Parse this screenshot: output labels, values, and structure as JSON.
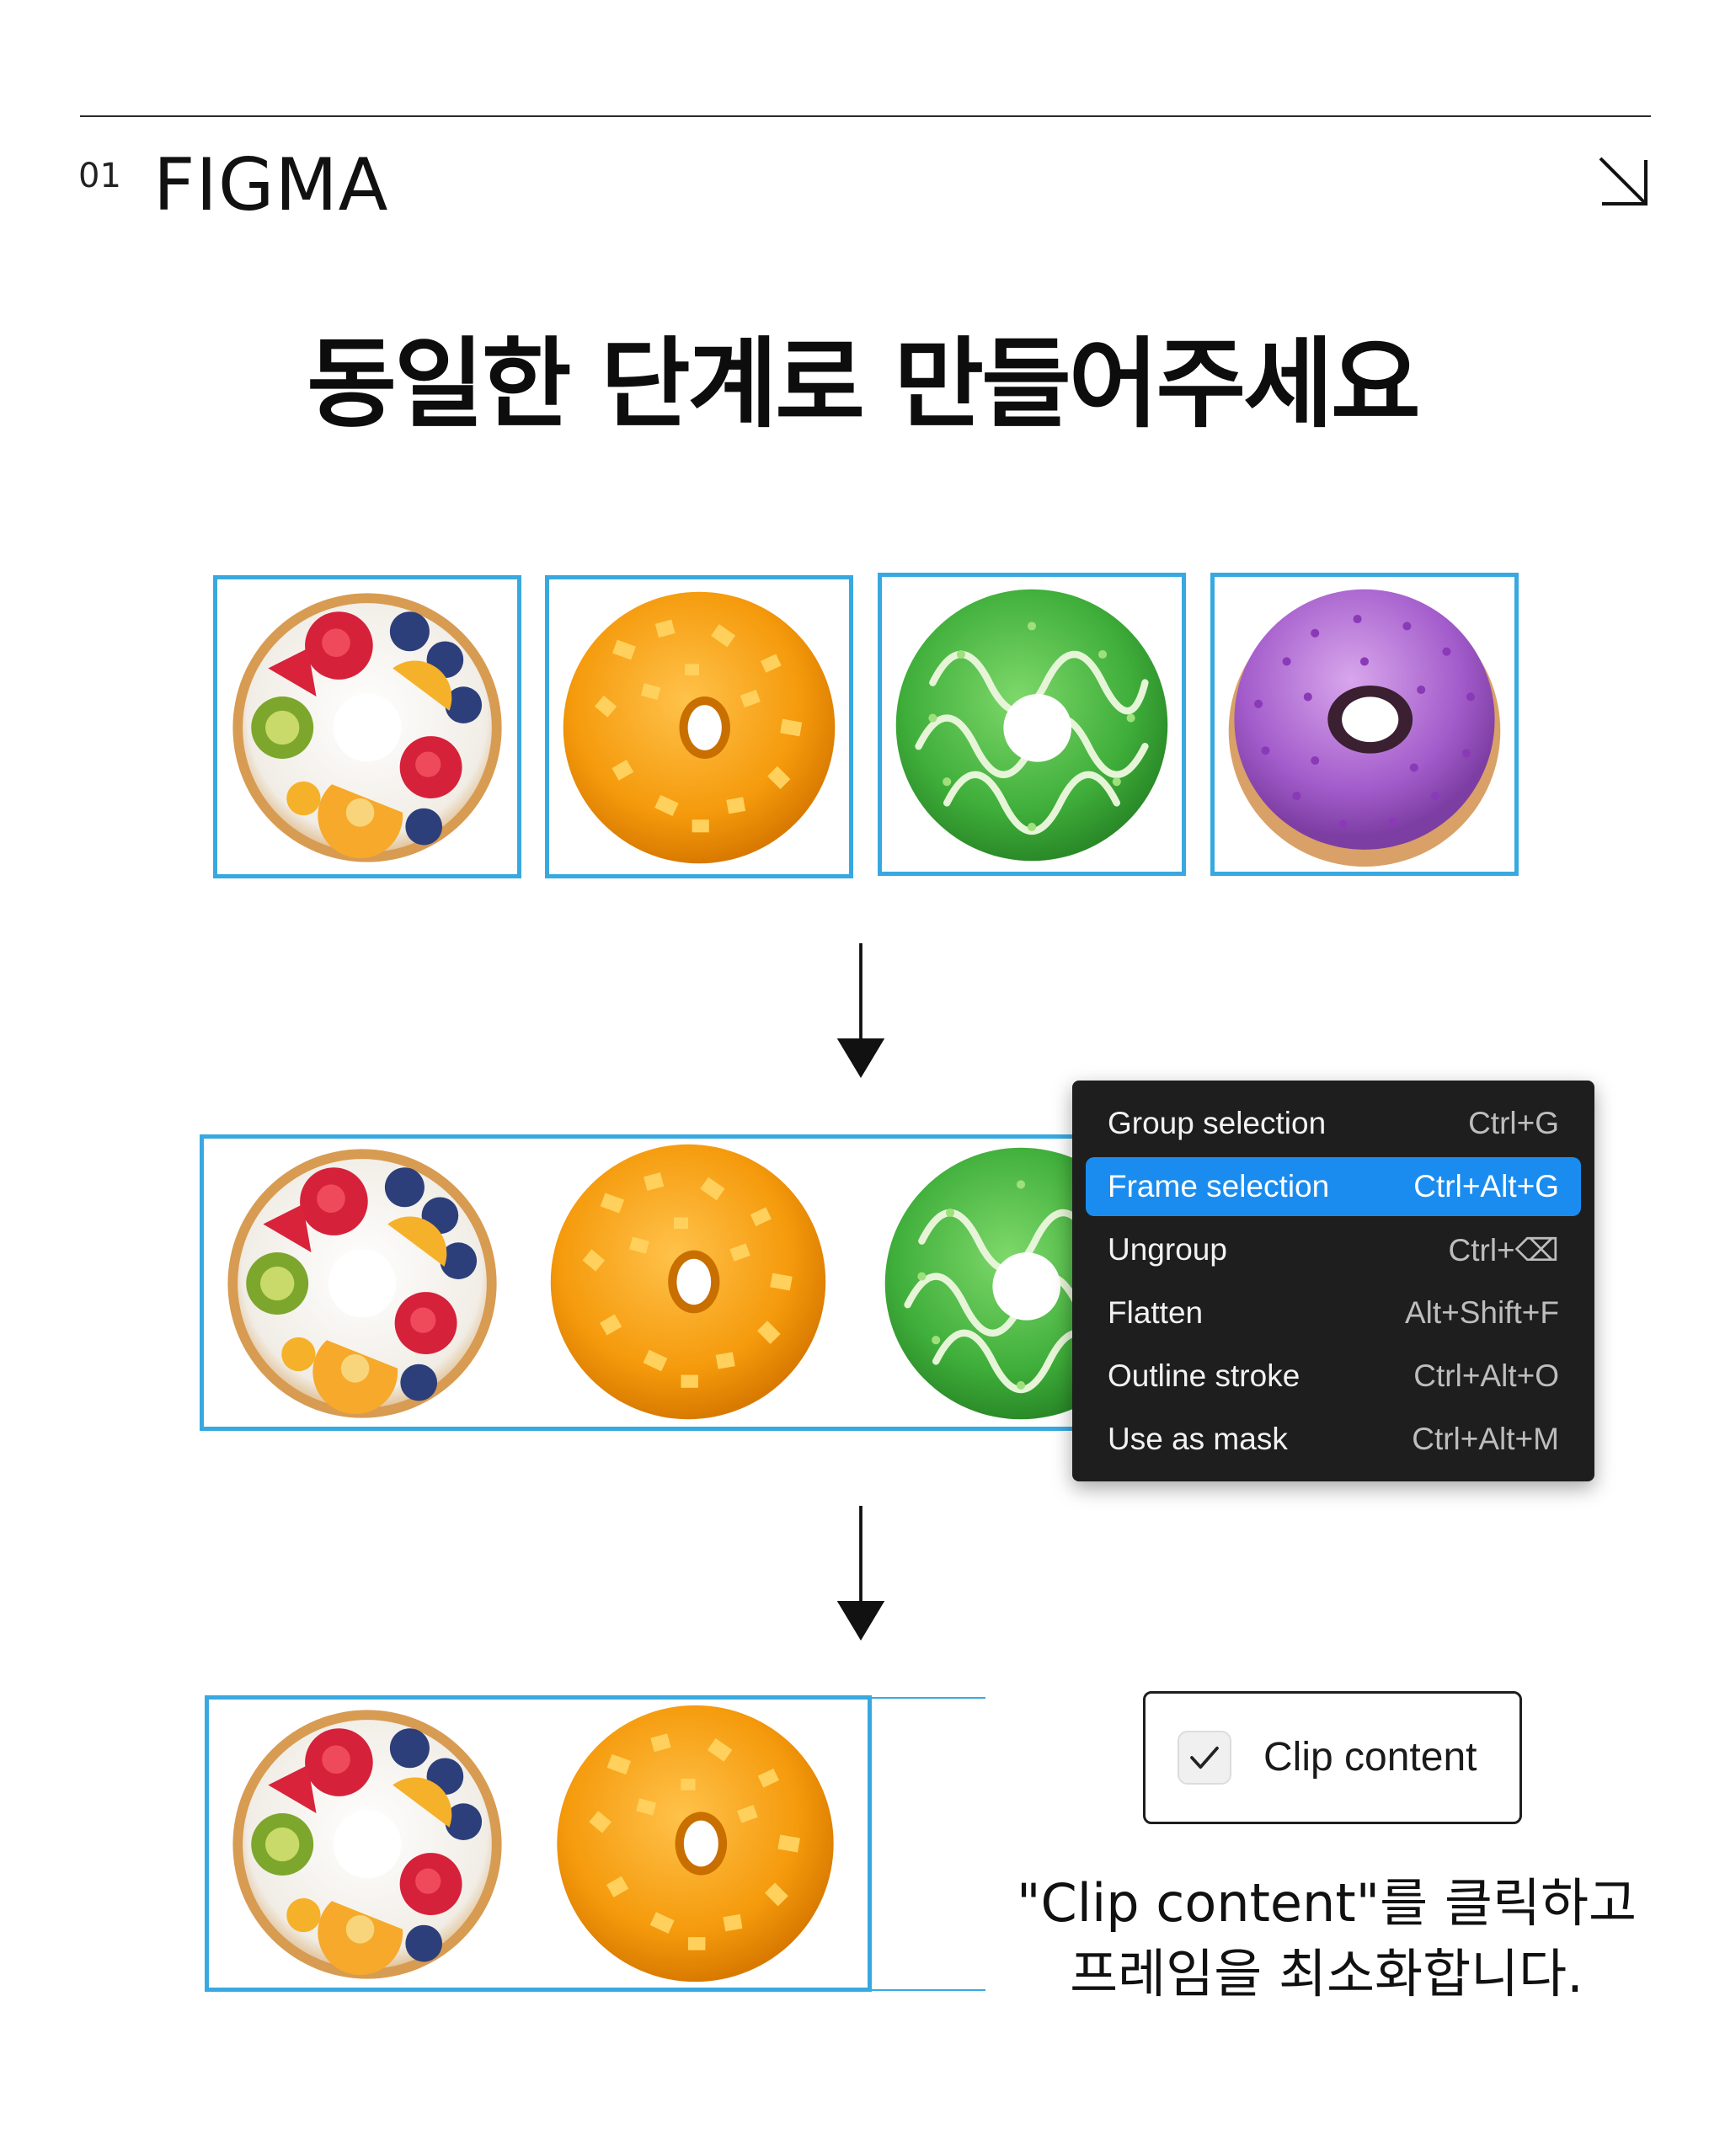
{
  "header": {
    "section_number": "01",
    "section_title": "FIGMA",
    "corner_icon": "arrow-down-right-icon"
  },
  "headline": "동일한 단계로 만들어주세요",
  "colors": {
    "frame_border": "#38a9e0",
    "menu_bg": "#1e1e1e",
    "menu_highlight": "#1a8cf0"
  },
  "donuts": [
    {
      "name": "fruit-donut",
      "description_icon": "fruit-topped-donut"
    },
    {
      "name": "orange-donut",
      "description_icon": "orange-glazed-donut"
    },
    {
      "name": "green-donut",
      "description_icon": "green-sprinkle-donut"
    },
    {
      "name": "purple-donut",
      "description_icon": "purple-sprinkle-donut"
    }
  ],
  "context_menu": {
    "items": [
      {
        "label": "Group selection",
        "shortcut": "Ctrl+G",
        "active": false
      },
      {
        "label": "Frame selection",
        "shortcut": "Ctrl+Alt+G",
        "active": true
      },
      {
        "label": "Ungroup",
        "shortcut": "Ctrl+⌫",
        "active": false
      },
      {
        "label": "Flatten",
        "shortcut": "Alt+Shift+F",
        "active": false
      },
      {
        "label": "Outline stroke",
        "shortcut": "Ctrl+Alt+O",
        "active": false
      },
      {
        "label": "Use as mask",
        "shortcut": "Ctrl+Alt+M",
        "active": false
      }
    ]
  },
  "clip_panel": {
    "label": "Clip content",
    "checked": true
  },
  "caption": {
    "line1": "\"Clip content\"를 클릭하고",
    "line2": "프레임을 최소화합니다."
  }
}
